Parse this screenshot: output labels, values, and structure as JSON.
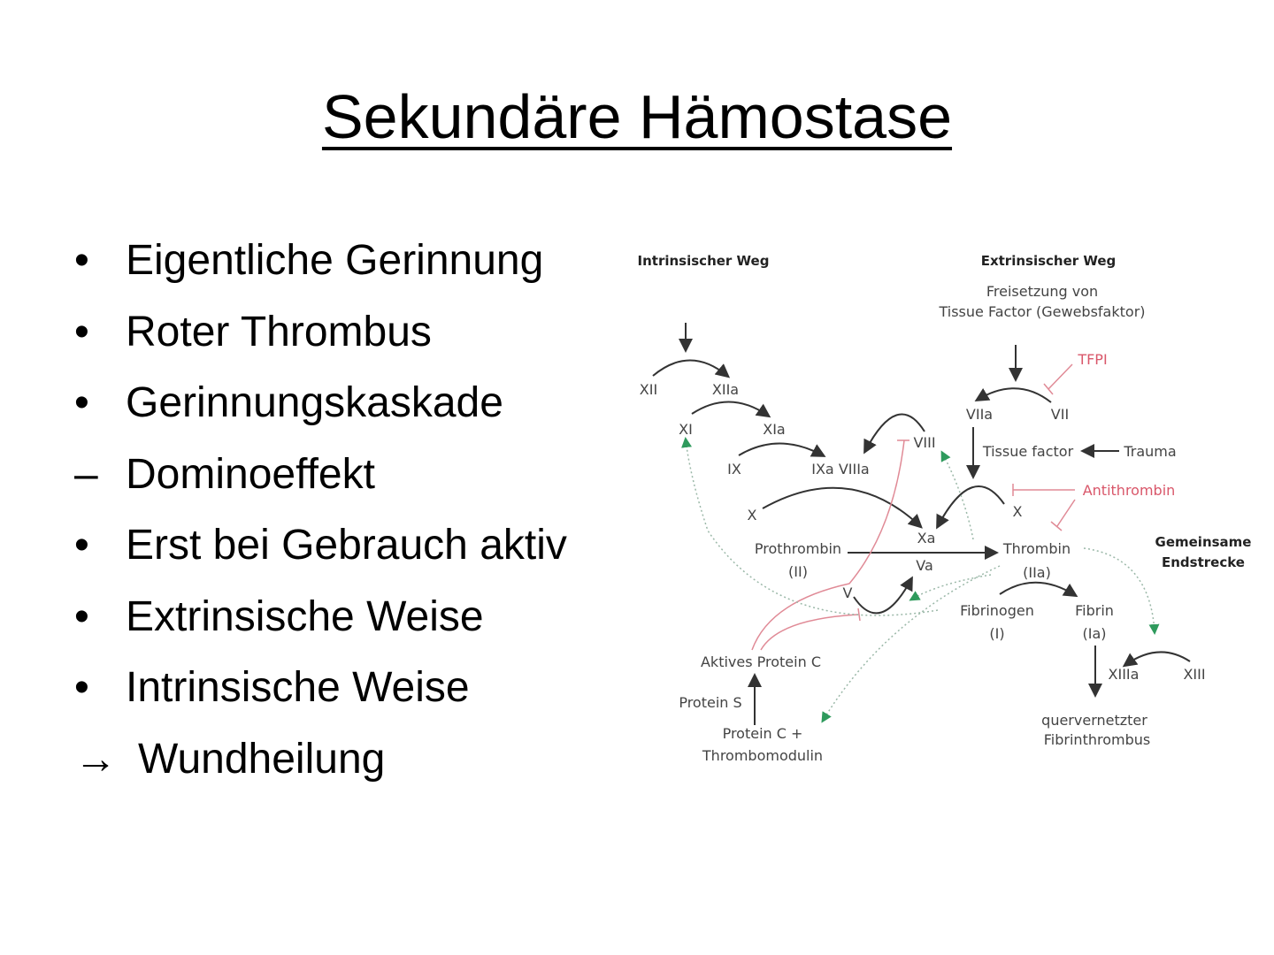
{
  "title": "Sekundäre Hämostase",
  "bullets": [
    {
      "marker": "•",
      "text": "Eigentliche Gerinnung"
    },
    {
      "marker": "•",
      "text": "Roter Thrombus"
    },
    {
      "marker": "•",
      "text": "Gerinnungskaskade"
    },
    {
      "marker": "–",
      "text": "Dominoeffekt"
    },
    {
      "marker": "•",
      "text": "Erst bei Gebrauch aktiv"
    },
    {
      "marker": "•",
      "text": "Extrinsische Weise"
    },
    {
      "marker": "•",
      "text": "Intrinsische Weise"
    },
    {
      "marker": "→",
      "text": "Wundheilung"
    }
  ],
  "diagram": {
    "intrinsic_heading": "Intrinsischer Weg",
    "extrinsic_heading": "Extrinsischer Weg",
    "release_1": "Freisetzung von",
    "release_2": "Tissue Factor (Gewebsfaktor)",
    "common_1": "Gemeinsame",
    "common_2": "Endstrecke",
    "XII": "XII",
    "XIIa": "XIIa",
    "XI": "XI",
    "XIa": "XIa",
    "IX": "IX",
    "IXa_VIIIa": "IXa VIIIa",
    "VIII": "VIII",
    "TFPI": "TFPI",
    "VIIa": "VIIa",
    "VII": "VII",
    "tissue_factor": "Tissue factor",
    "trauma": "Trauma",
    "antithrombin": "Antithrombin",
    "X_left": "X",
    "X_right": "X",
    "Xa": "Xa",
    "Va": "Va",
    "prothrombin": "Prothrombin",
    "II": "(II)",
    "thrombin": "Thrombin",
    "IIa": "(IIa)",
    "V": "V",
    "fibrinogen": "Fibrinogen",
    "I": "(I)",
    "fibrin": "Fibrin",
    "Ia": "(Ia)",
    "aktives_protein_c": "Aktives Protein C",
    "protein_s": "Protein S",
    "protein_c": "Protein C +",
    "thrombomodulin": "Thrombomodulin",
    "XIIIa": "XIIIa",
    "XIII": "XIII",
    "crosslinked_1": "quervernetzter",
    "crosslinked_2": "Fibrinthrombus"
  },
  "colors": {
    "inhibitor": "#d9576a",
    "feedback": "#2e9a5c"
  }
}
